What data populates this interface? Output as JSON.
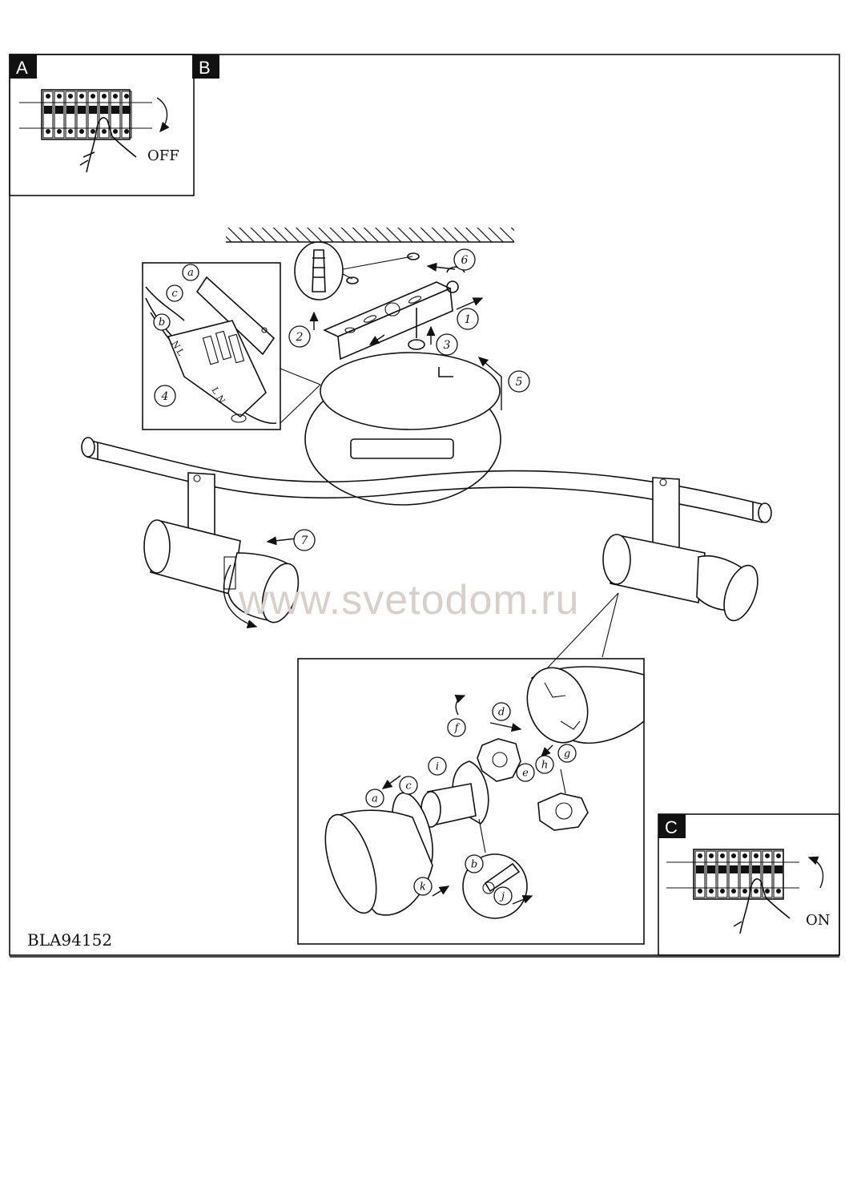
{
  "panels": {
    "a": {
      "letter": "A",
      "action": "OFF"
    },
    "b": {
      "letter": "B"
    },
    "c": {
      "letter": "C",
      "action": "ON"
    }
  },
  "steps": [
    "1",
    "2",
    "3",
    "4",
    "5",
    "6",
    "7"
  ],
  "inset_wiring": {
    "letters": [
      "a",
      "b",
      "c"
    ],
    "terminal_marks": [
      "N",
      "L",
      "L",
      "N"
    ]
  },
  "inset_lamp": {
    "letters": [
      "a",
      "b",
      "c",
      "d",
      "e",
      "f",
      "g",
      "h",
      "i",
      "j",
      "k"
    ]
  },
  "model_code": "BLA94152",
  "watermark": "www.svetodom.ru"
}
